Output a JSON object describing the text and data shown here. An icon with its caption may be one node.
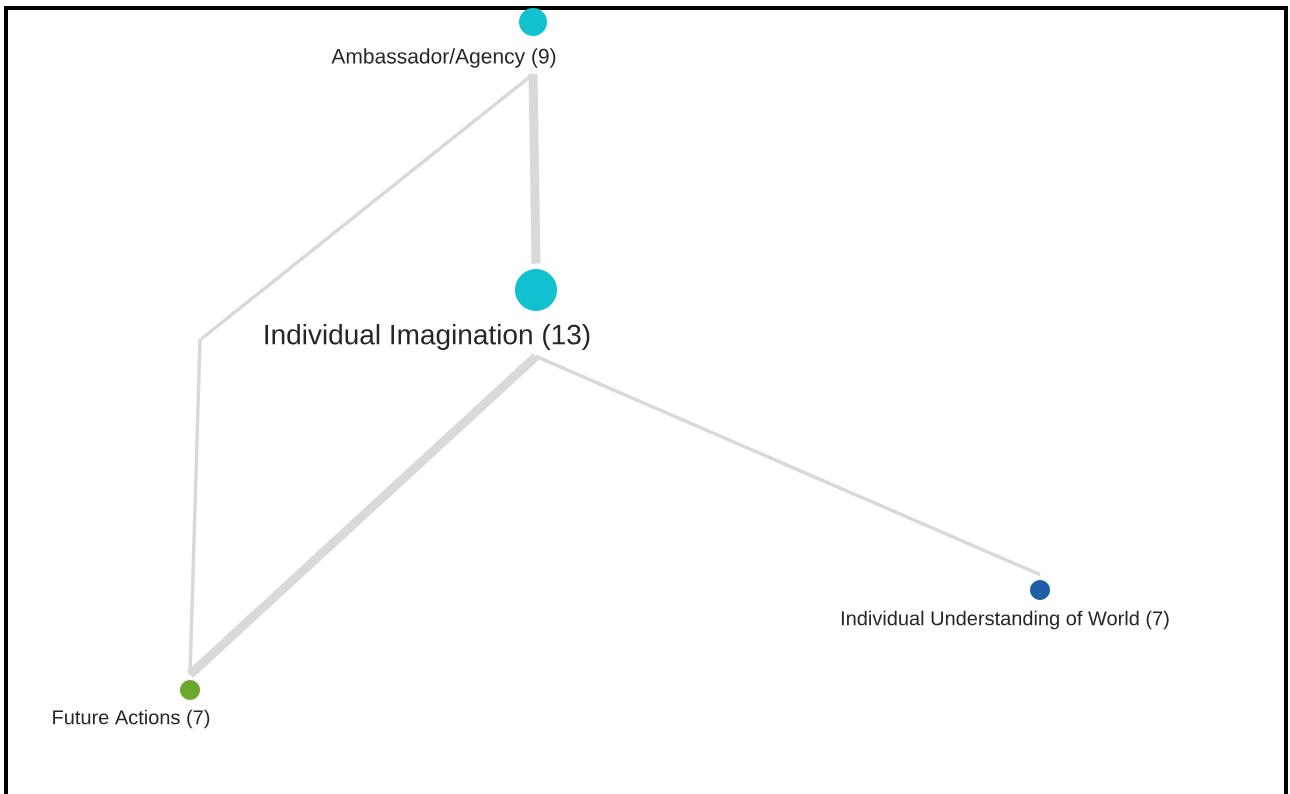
{
  "diagram": {
    "nodes": [
      {
        "text": [
          "Ambassador/Agency (9)"
        ]
      },
      {
        "text": [
          "Individual Imagination (13)"
        ]
      },
      {
        "text": [
          "Individual Understanding of World (7)"
        ]
      },
      {
        "text": [
          "Future Actions (7)"
        ]
      }
    ],
    "edges": [
      {
        "from": 0,
        "to": 1,
        "arrow": "none",
        "style": "thick"
      },
      {
        "from": 0,
        "to": 3,
        "arrow": "none"
      },
      {
        "from": 1,
        "to": 3,
        "arrow": "none",
        "style": "thick"
      },
      {
        "from": 1,
        "to": 2,
        "arrow": "none"
      }
    ]
  }
}
